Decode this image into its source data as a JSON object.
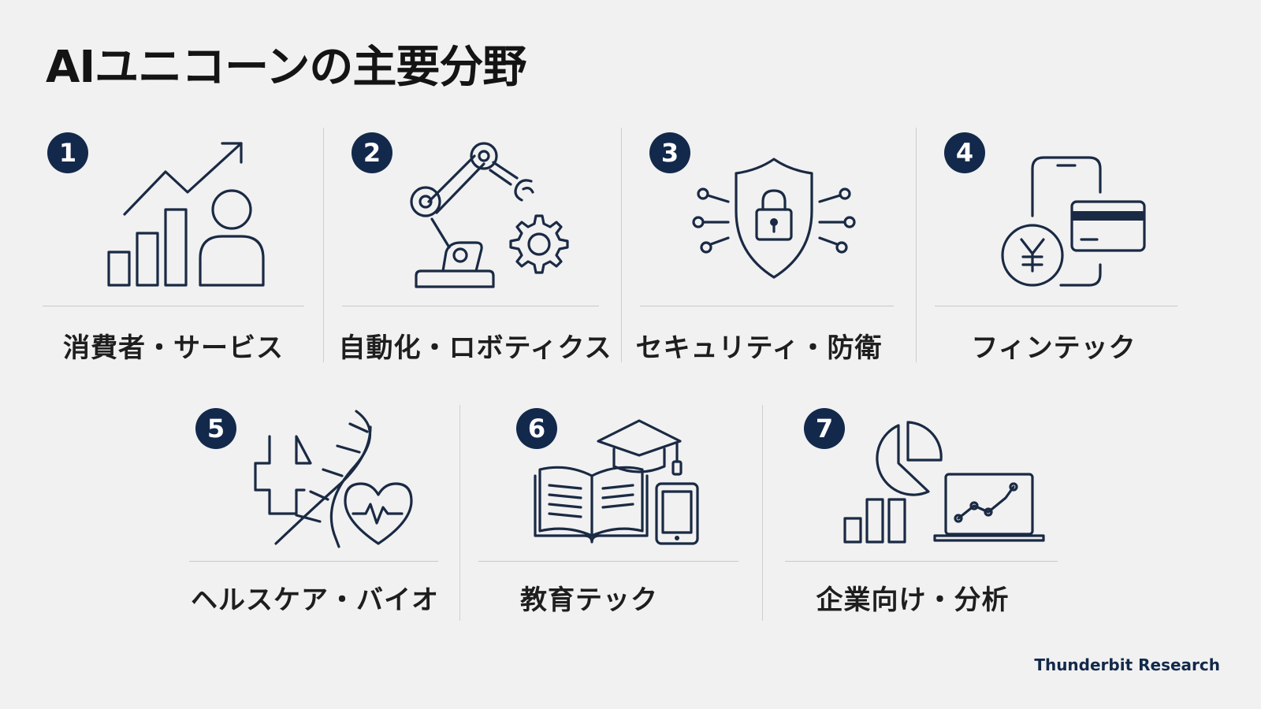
{
  "title": "AIユニコーンの主要分野",
  "categories": [
    {
      "number": "1",
      "label": "消費者・サービス",
      "icon": "growth-chart-user-icon"
    },
    {
      "number": "2",
      "label": "自動化・ロボティクス",
      "icon": "robot-arm-gear-icon"
    },
    {
      "number": "3",
      "label": "セキュリティ・防衛",
      "icon": "shield-lock-icon"
    },
    {
      "number": "4",
      "label": "フィンテック",
      "icon": "phone-card-yen-icon"
    },
    {
      "number": "5",
      "label": "ヘルスケア・バイオ",
      "icon": "cross-dna-heart-icon"
    },
    {
      "number": "6",
      "label": "教育テック",
      "icon": "book-graduation-cap-icon"
    },
    {
      "number": "7",
      "label": "企業向け・分析",
      "icon": "pie-bar-laptop-icon"
    }
  ],
  "footer": "Thunderbit Research",
  "colors": {
    "accent": "#13294b",
    "background": "#f1f1f1"
  }
}
